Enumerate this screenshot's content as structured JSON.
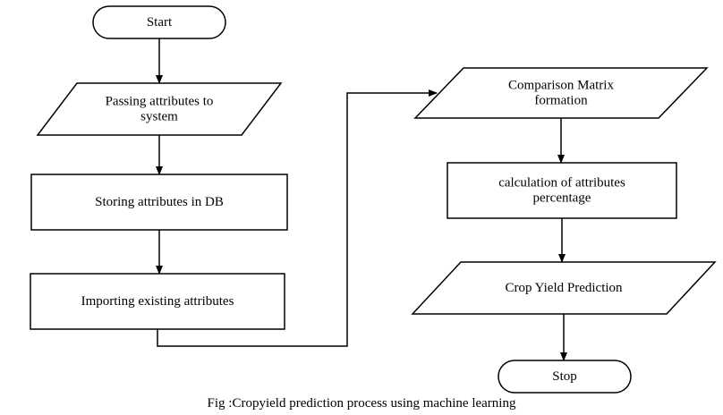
{
  "diagram": {
    "nodes": [
      {
        "id": "start",
        "shape": "terminator",
        "lines": [
          "Start"
        ]
      },
      {
        "id": "passing",
        "shape": "parallelogram",
        "lines": [
          "Passing attributes to",
          "system"
        ]
      },
      {
        "id": "storing",
        "shape": "rectangle",
        "lines": [
          "Storing attributes in DB"
        ]
      },
      {
        "id": "importing",
        "shape": "rectangle",
        "lines": [
          "Importing existing attributes"
        ]
      },
      {
        "id": "comparison",
        "shape": "parallelogram",
        "lines": [
          "Comparison Matrix",
          "formation"
        ]
      },
      {
        "id": "calculation",
        "shape": "rectangle",
        "lines": [
          "calculation of attributes",
          "percentage"
        ]
      },
      {
        "id": "crop",
        "shape": "parallelogram",
        "lines": [
          "Crop Yield Prediction"
        ]
      },
      {
        "id": "stop",
        "shape": "terminator",
        "lines": [
          "Stop"
        ]
      }
    ],
    "edges": [
      {
        "from": "start",
        "to": "passing"
      },
      {
        "from": "passing",
        "to": "storing"
      },
      {
        "from": "storing",
        "to": "importing"
      },
      {
        "from": "importing",
        "to": "comparison"
      },
      {
        "from": "comparison",
        "to": "calculation"
      },
      {
        "from": "calculation",
        "to": "crop"
      },
      {
        "from": "crop",
        "to": "stop"
      }
    ],
    "caption": "Fig :Cropyield prediction process using machine learning",
    "stroke_color": "#000000",
    "background_color": "#ffffff"
  }
}
